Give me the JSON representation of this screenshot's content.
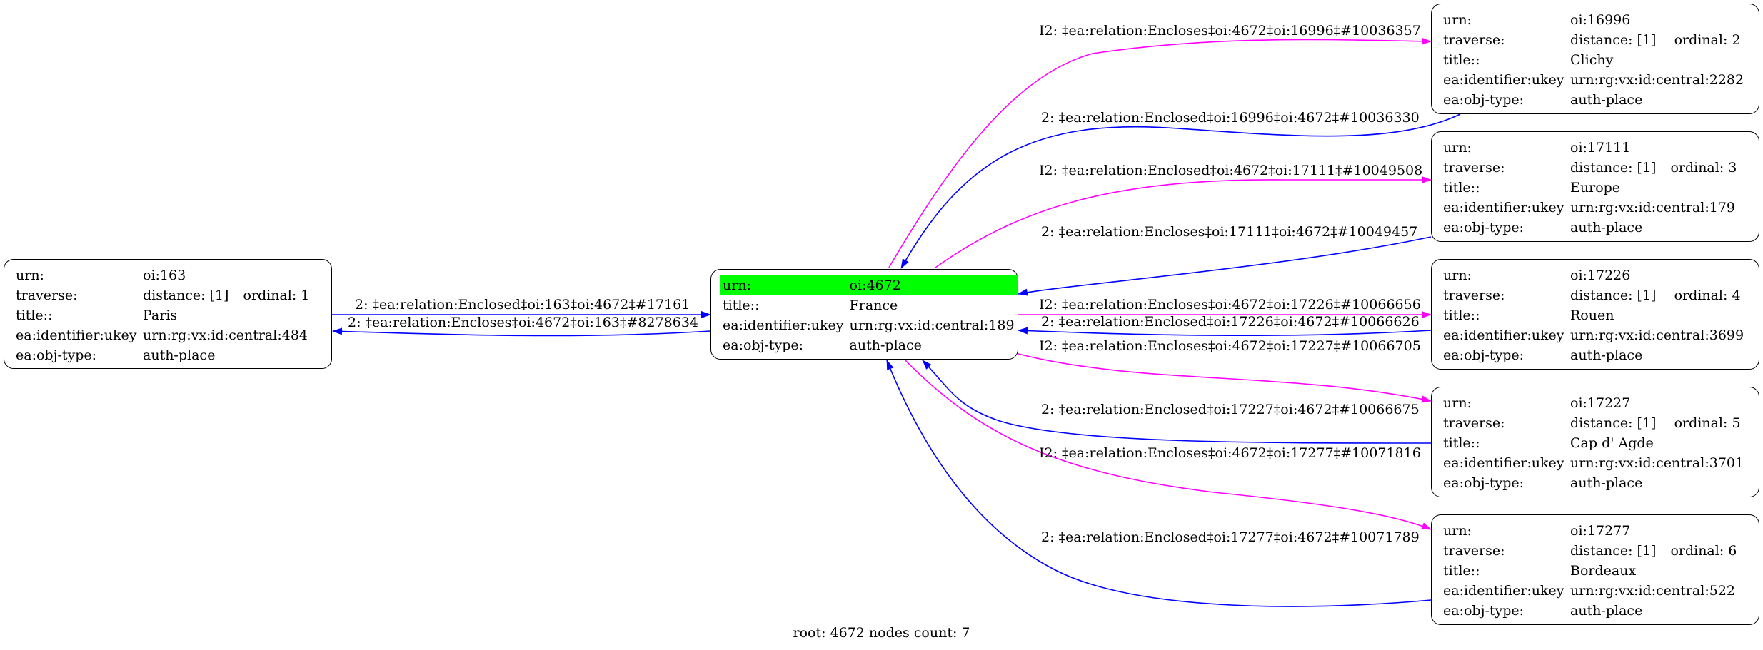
{
  "root_node": {
    "rows": [
      {
        "key": "urn:",
        "value": "oi:4672",
        "highlight": true
      },
      {
        "key": "title::",
        "value": "France"
      },
      {
        "key": "ea:identifier:ukey",
        "value": "urn:rg:vx:id:central:189"
      },
      {
        "key": "ea:obj-type:",
        "value": "auth-place"
      }
    ]
  },
  "nodes": [
    {
      "id": "paris",
      "urn": "oi:163",
      "distance": "distance: [1]",
      "ordinal": "ordinal: 1",
      "title": "Paris",
      "ukey": "urn:rg:vx:id:central:484",
      "objtype": "auth-place"
    },
    {
      "id": "clichy",
      "urn": "oi:16996",
      "distance": "distance: [1]",
      "ordinal": "ordinal: 2",
      "title": "Clichy",
      "ukey": "urn:rg:vx:id:central:2282",
      "objtype": "auth-place"
    },
    {
      "id": "europe",
      "urn": "oi:17111",
      "distance": "distance: [1]",
      "ordinal": "ordinal: 3",
      "title": "Europe",
      "ukey": "urn:rg:vx:id:central:179",
      "objtype": "auth-place"
    },
    {
      "id": "rouen",
      "urn": "oi:17226",
      "distance": "distance: [1]",
      "ordinal": "ordinal: 4",
      "title": "Rouen",
      "ukey": "urn:rg:vx:id:central:3699",
      "objtype": "auth-place"
    },
    {
      "id": "cap",
      "urn": "oi:17227",
      "distance": "distance: [1]",
      "ordinal": "ordinal: 5",
      "title": "Cap d' Agde",
      "ukey": "urn:rg:vx:id:central:3701",
      "objtype": "auth-place"
    },
    {
      "id": "bordeaux",
      "urn": "oi:17277",
      "distance": "distance: [1]",
      "ordinal": "ordinal: 6",
      "title": "Bordeaux",
      "ukey": "urn:rg:vx:id:central:522",
      "objtype": "auth-place"
    }
  ],
  "field_labels": {
    "urn": "urn:",
    "traverse": "traverse:",
    "title": "title::",
    "ukey": "ea:identifier:ukey",
    "objtype": "ea:obj-type:"
  },
  "edges": [
    {
      "id": "e-paris-in",
      "label": "2: ‡ea:relation:Enclosed‡oi:163‡oi:4672‡#17161",
      "color": "#0000ff"
    },
    {
      "id": "e-paris-out",
      "label": "2: ‡ea:relation:Encloses‡oi:4672‡oi:163‡#8278634",
      "color": "#0000ff"
    },
    {
      "id": "e-clichy-out",
      "label": "I2: ‡ea:relation:Encloses‡oi:4672‡oi:16996‡#10036357",
      "color": "#ff00ff"
    },
    {
      "id": "e-clichy-in",
      "label": "2: ‡ea:relation:Enclosed‡oi:16996‡oi:4672‡#10036330",
      "color": "#0000ff"
    },
    {
      "id": "e-europe-out",
      "label": "I2: ‡ea:relation:Enclosed‡oi:4672‡oi:17111‡#10049508",
      "color": "#ff00ff"
    },
    {
      "id": "e-europe-in",
      "label": "2: ‡ea:relation:Encloses‡oi:17111‡oi:4672‡#10049457",
      "color": "#0000ff"
    },
    {
      "id": "e-rouen-out",
      "label": "I2: ‡ea:relation:Encloses‡oi:4672‡oi:17226‡#10066656",
      "color": "#ff00ff"
    },
    {
      "id": "e-rouen-in",
      "label": "2: ‡ea:relation:Enclosed‡oi:17226‡oi:4672‡#10066626",
      "color": "#0000ff"
    },
    {
      "id": "e-cap-out",
      "label": "I2: ‡ea:relation:Encloses‡oi:4672‡oi:17227‡#10066705",
      "color": "#ff00ff"
    },
    {
      "id": "e-cap-in",
      "label": "2: ‡ea:relation:Enclosed‡oi:17227‡oi:4672‡#10066675",
      "color": "#0000ff"
    },
    {
      "id": "e-bordeaux-out",
      "label": "I2: ‡ea:relation:Encloses‡oi:4672‡oi:17277‡#10071816",
      "color": "#ff00ff"
    },
    {
      "id": "e-bordeaux-in",
      "label": "2: ‡ea:relation:Enclosed‡oi:17277‡oi:4672‡#10071789",
      "color": "#0000ff"
    }
  ],
  "footer": "root: 4672 nodes count: 7"
}
